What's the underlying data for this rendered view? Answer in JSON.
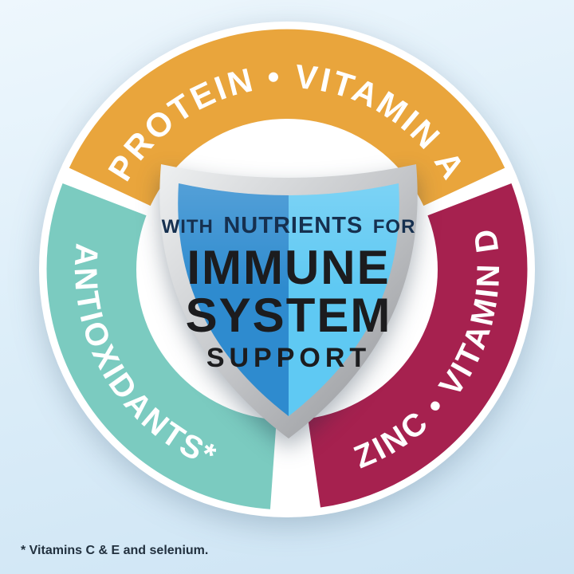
{
  "badge": {
    "ring": {
      "text_color": "#FFFFFF",
      "segments": [
        {
          "id": "protein-vitamin-a",
          "label": "PROTEIN • VITAMIN A",
          "color": "#E9A53C"
        },
        {
          "id": "antioxidants",
          "label": "ANTIOXIDANTS*",
          "color": "#7BCBC0"
        },
        {
          "id": "zinc-vitamin-d",
          "label": "ZINC • VITAMIN D",
          "color": "#A6214F"
        }
      ]
    },
    "shield": {
      "line1_pre": "WITH",
      "line1_main": "NUTRIENTS",
      "line1_post": "FOR",
      "line2": "IMMUNE",
      "line3": "SYSTEM",
      "line4": "SUPPORT",
      "colors": {
        "left_half": "#2E8BCF",
        "right_half": "#5FC9F3",
        "frame": "#B9BCBF"
      }
    },
    "footnote": "* Vitamins C & E and selenium."
  }
}
